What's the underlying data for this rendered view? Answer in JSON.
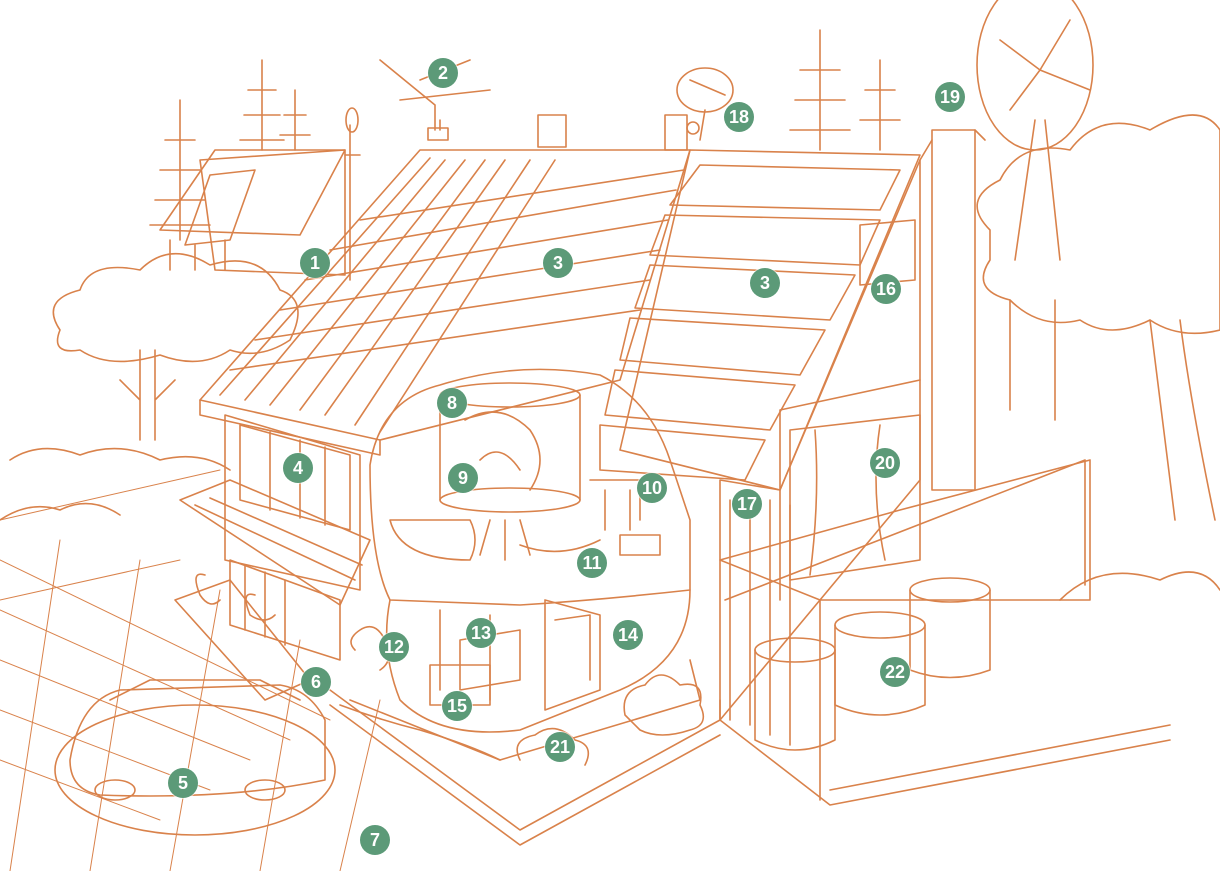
{
  "colors": {
    "line": "#d9824b",
    "line_dark": "#b8622f",
    "marker_fill": "#5c9a78",
    "marker_text": "#ffffff",
    "background": "#ffffff"
  },
  "top_caption": "",
  "markers": [
    {
      "id": "m1",
      "label": "1"
    },
    {
      "id": "m2",
      "label": "2"
    },
    {
      "id": "m3a",
      "label": "3"
    },
    {
      "id": "m3b",
      "label": "3"
    },
    {
      "id": "m4",
      "label": "4"
    },
    {
      "id": "m5",
      "label": "5"
    },
    {
      "id": "m6",
      "label": "6"
    },
    {
      "id": "m7",
      "label": "7"
    },
    {
      "id": "m8",
      "label": "8"
    },
    {
      "id": "m9",
      "label": "9"
    },
    {
      "id": "m10",
      "label": "10"
    },
    {
      "id": "m11",
      "label": "11"
    },
    {
      "id": "m12",
      "label": "12"
    },
    {
      "id": "m13",
      "label": "13"
    },
    {
      "id": "m14",
      "label": "14"
    },
    {
      "id": "m15",
      "label": "15"
    },
    {
      "id": "m16",
      "label": "16"
    },
    {
      "id": "m17",
      "label": "17"
    },
    {
      "id": "m18",
      "label": "18"
    },
    {
      "id": "m19",
      "label": "19"
    },
    {
      "id": "m20",
      "label": "20"
    },
    {
      "id": "m21",
      "label": "21"
    },
    {
      "id": "m22",
      "label": "22"
    }
  ]
}
